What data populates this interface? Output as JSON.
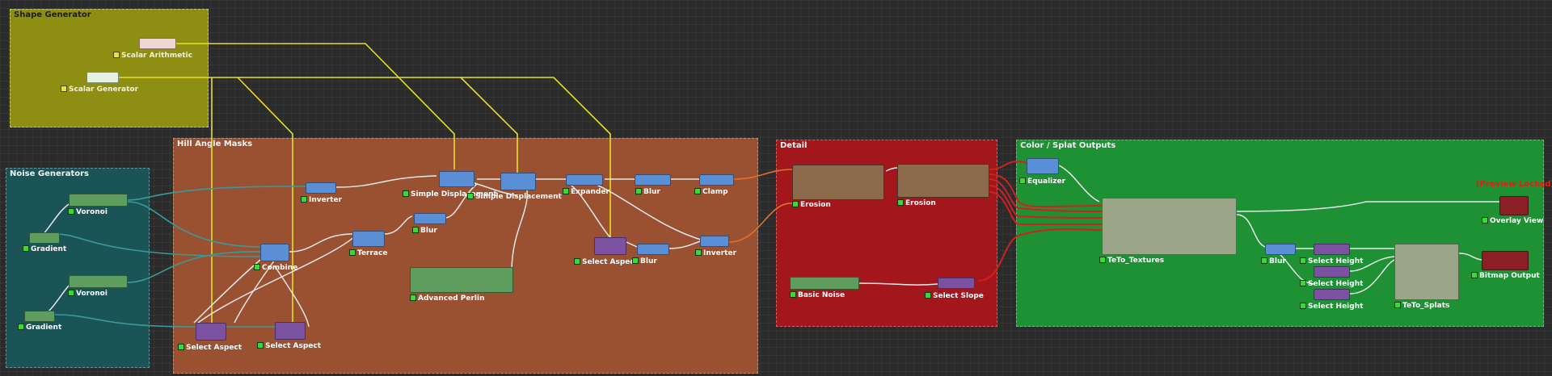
{
  "groups": {
    "shape_generator": "Shape Generator",
    "noise_generators": "Noise Generators",
    "hill_angle_masks": "Hill Angle Masks",
    "detail": "Detail",
    "color_splat_outputs": "Color / Splat Outputs"
  },
  "nodes": {
    "scalar_arithmetic": "Scalar Arithmetic",
    "scalar_generator": "Scalar Generator",
    "voronoi_1": "Voronoi",
    "gradient_1": "Gradient",
    "voronoi_2": "Voronoi",
    "gradient_2": "Gradient",
    "inverter_1": "Inverter",
    "combine": "Combine",
    "terrace": "Terrace",
    "blur_1": "Blur",
    "simple_displacement_1": "Simple Displacement",
    "simple_displacement_2": "Simple Displacement",
    "advanced_perlin": "Advanced Perlin",
    "select_aspect_1": "Select Aspect",
    "select_aspect_2": "Select Aspect",
    "expander": "Expander",
    "blur_2": "Blur",
    "clamp": "Clamp",
    "select_aspect_3": "Select Aspect",
    "blur_3": "Blur",
    "inverter_2": "Inverter",
    "erosion_1": "Erosion",
    "erosion_2": "Erosion",
    "basic_noise": "Basic Noise",
    "select_slope": "Select Slope",
    "equalizer": "Equalizer",
    "teto_textures": "TeTo_Textures",
    "blur_4": "Blur",
    "select_height_1": "Select Height",
    "select_height_2": "Select Height",
    "select_height_3": "Select Height",
    "teto_splats": "TeTo_Splats",
    "overlay_view": "Overlay View",
    "bitmap_output": "Bitmap Output"
  },
  "preview_locked": "[Preview Locked]",
  "colors": {
    "wire_white": "#e8e8e8",
    "wire_yellow": "#e6e020",
    "wire_teal": "#3a9a9a",
    "wire_orange": "#e07030",
    "wire_red": "#d02020"
  }
}
